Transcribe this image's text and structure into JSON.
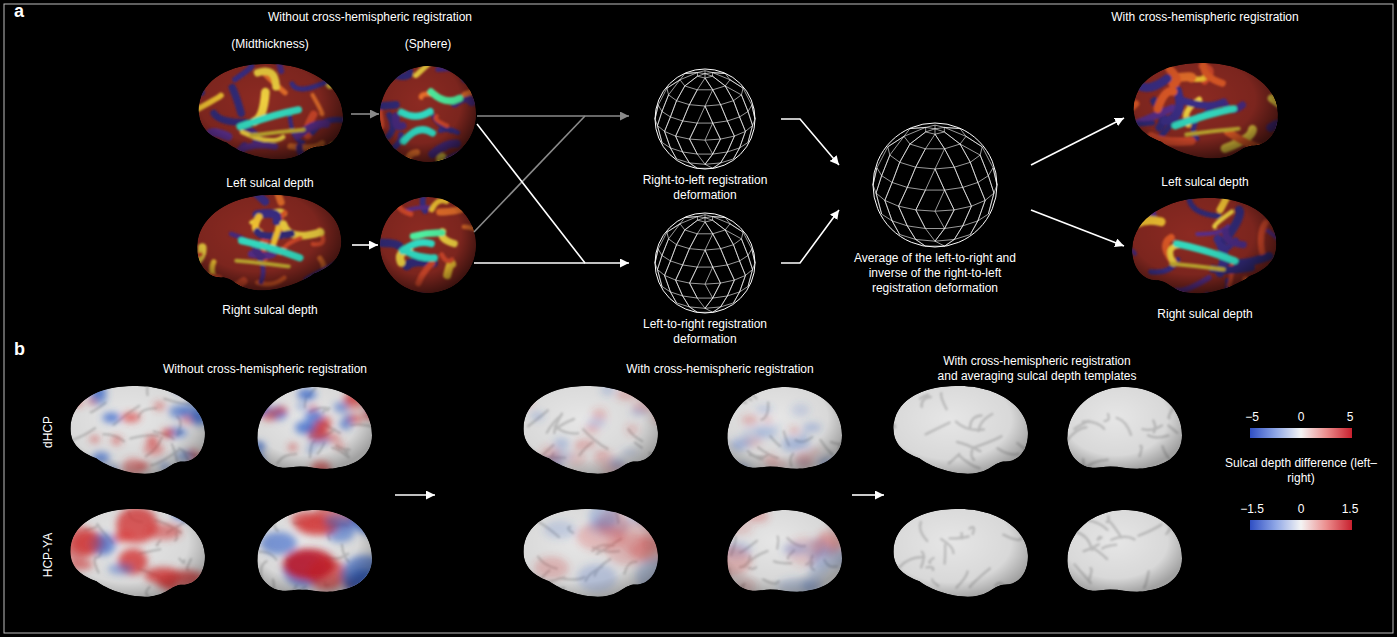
{
  "diagram": {
    "nodes": [
      {
        "text": [
          "(Midthickness)",
          "Left sulcal depth"
        ]
      },
      {
        "text": [
          "Right sulcal depth"
        ]
      },
      {
        "text": [
          "(Sphere)"
        ]
      },
      {
        "text": [
          "Right-to-left registration deformation"
        ]
      },
      {
        "text": [
          "Left-to-right registration deformation"
        ]
      },
      {
        "text": [
          "Average of the left-to-right and inverse of the right-to-left registration deformation"
        ]
      },
      {
        "text": [
          "Left sulcal depth"
        ]
      },
      {
        "text": [
          "Right sulcal depth"
        ]
      }
    ],
    "edges": [
      {
        "from": 0,
        "to": 2,
        "arrow": "to"
      },
      {
        "from": 2,
        "to": 3,
        "arrow": "to"
      },
      {
        "from": 2,
        "to": 4,
        "arrow": "to"
      },
      {
        "from": 3,
        "to": 5,
        "arrow": "to"
      },
      {
        "from": 4,
        "to": 5,
        "arrow": "to"
      },
      {
        "from": 5,
        "to": 6,
        "arrow": "to"
      },
      {
        "from": 5,
        "to": 7,
        "arrow": "to"
      }
    ],
    "labels": [
      "a",
      "Without cross-hemispheric registration",
      "With cross-hemispheric registration",
      "b",
      "dHCP",
      "HCP-YA",
      "Without cross-hemispheric registration",
      "With cross-hemispheric registration",
      "With cross-hemispheric registration and averaging sulcal depth templates",
      "−5",
      "0",
      "5",
      "Sulcal depth difference (left–right)",
      "−1.5",
      "0",
      "1.5"
    ]
  }
}
